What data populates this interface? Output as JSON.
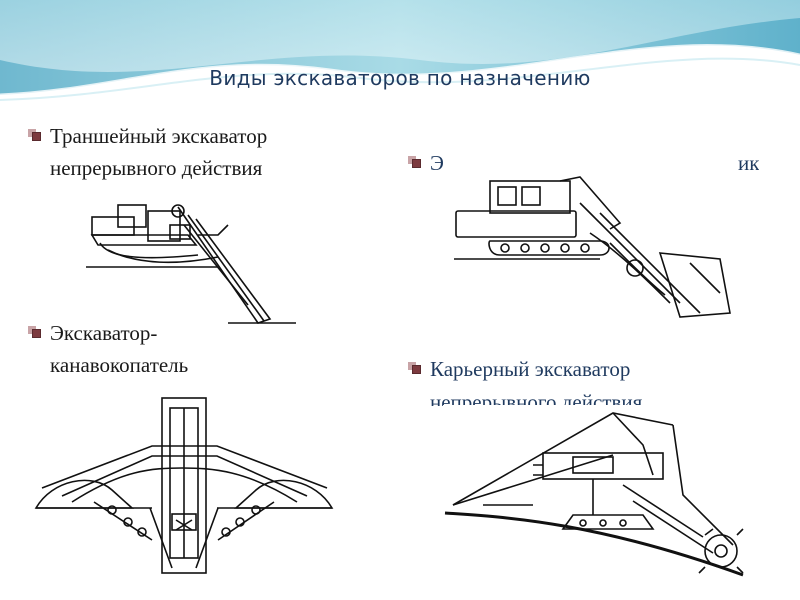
{
  "slide": {
    "title": "Виды экскаваторов по назначению",
    "items": [
      {
        "line1": "Траншейный экскаватор",
        "line2": "непрерывного действия"
      },
      {
        "line1": "Экскаватор-",
        "line2": "канавокопатель"
      },
      {
        "line1": "Э",
        "line1_tail": "ик"
      },
      {
        "line1": "Карьерный экскаватор",
        "line2": "непрерывного действия"
      }
    ]
  }
}
